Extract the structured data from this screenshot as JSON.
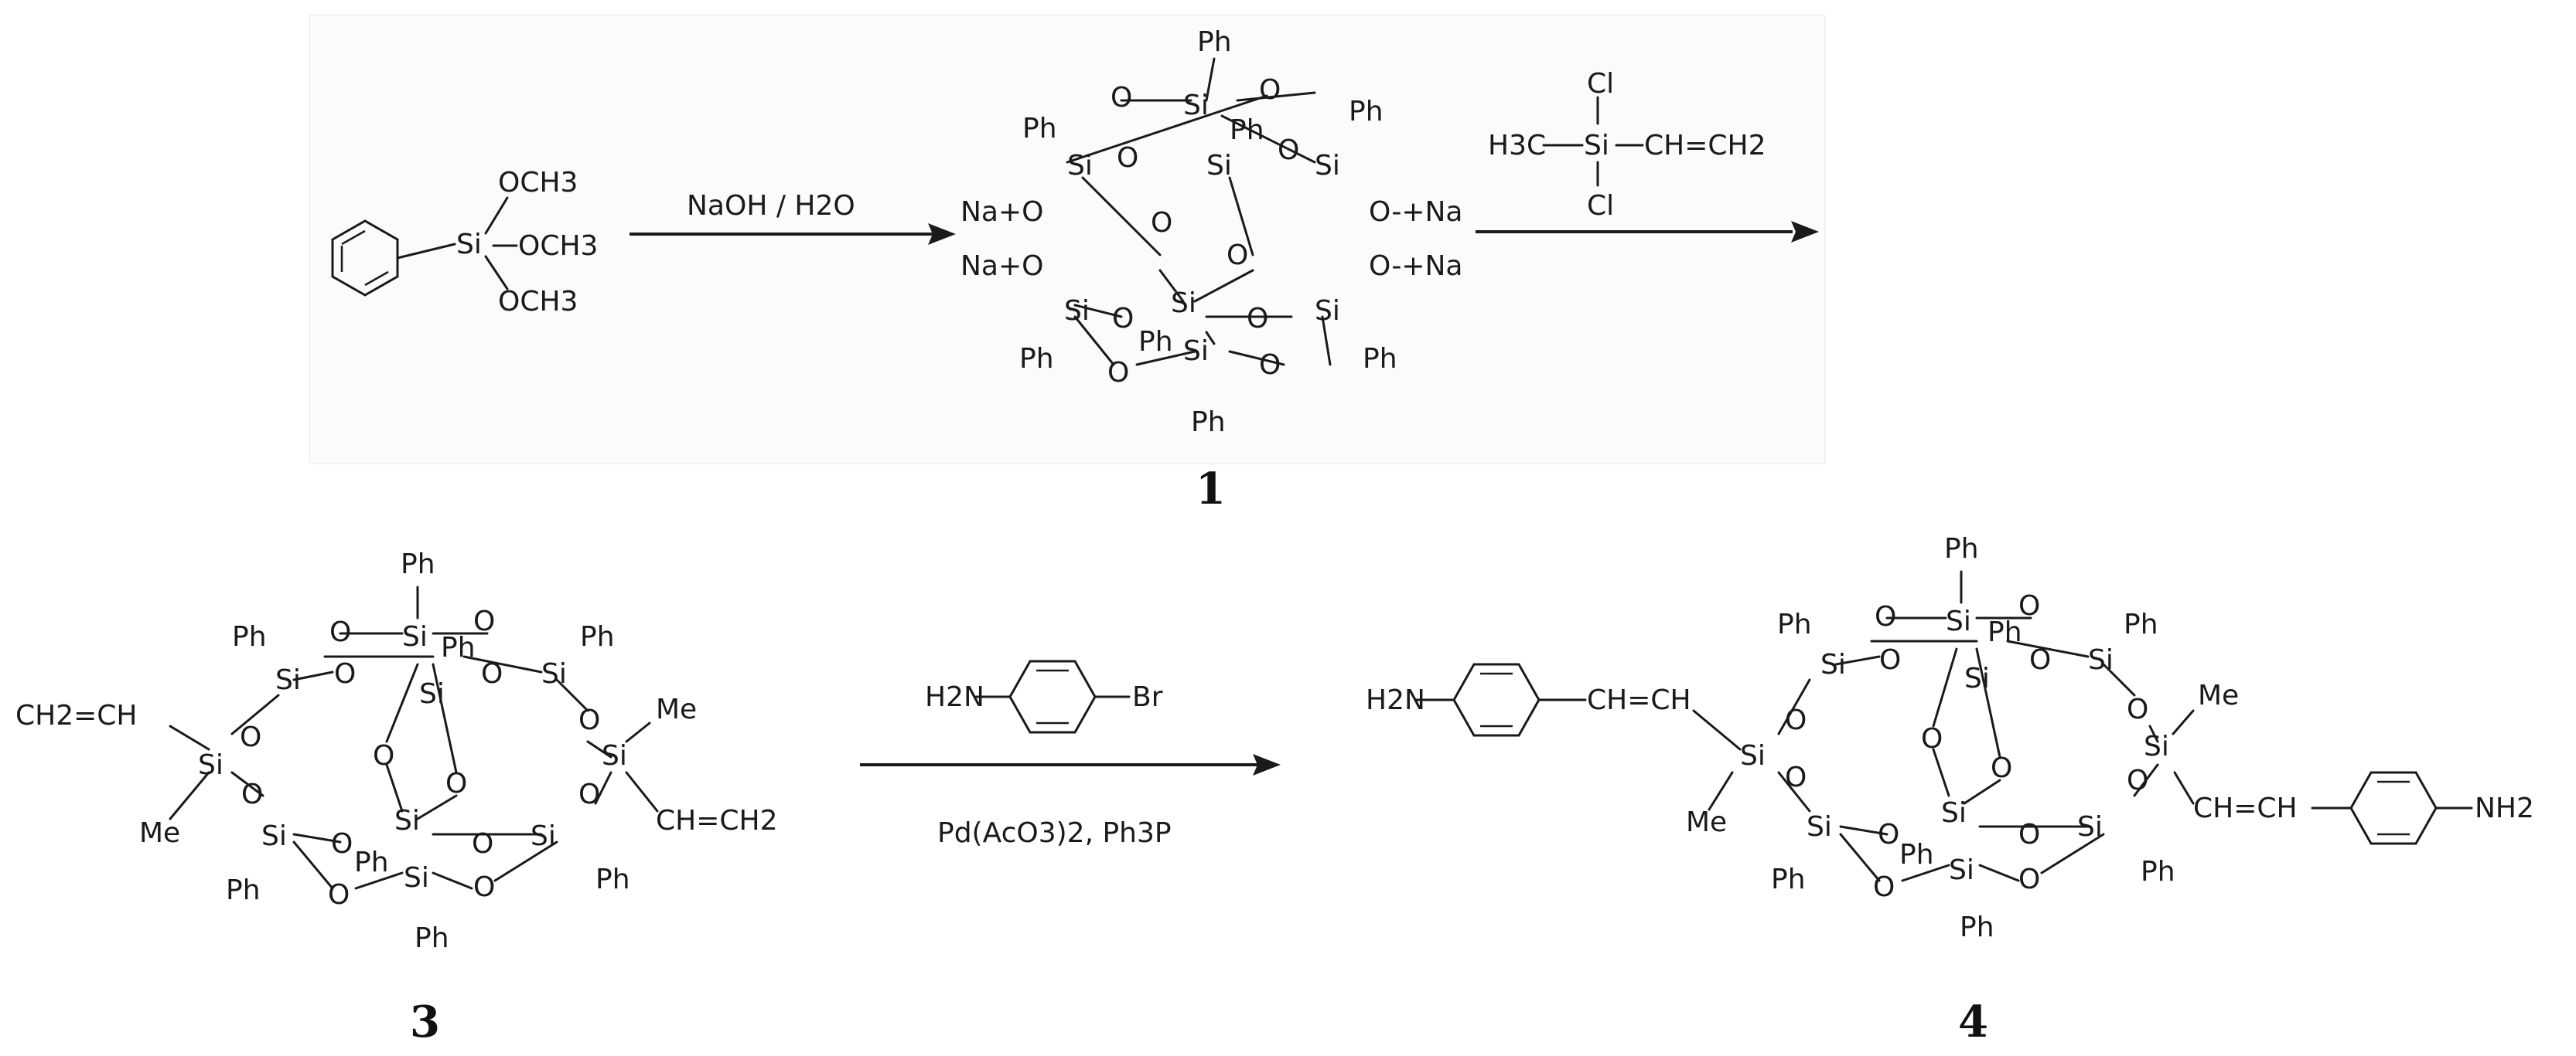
{
  "colors": {
    "ink": "#1a1a1a",
    "background": "#ffffff",
    "panel": "#fbfbfb"
  },
  "reagent_start": {
    "och3_1": "OCH3",
    "och3_2": "OCH3",
    "och3_3": "OCH3",
    "si": "Si"
  },
  "arrow1": {
    "reagent": "NaOH / H2O"
  },
  "arrow2": {
    "reagent_h3c": "H3C",
    "reagent_si": "Si",
    "reagent_cl_top": "Cl",
    "reagent_cl_bottom": "Cl",
    "reagent_vinyl": "CH=CH2"
  },
  "arrow3": {
    "reagent_amine": "H2N",
    "reagent_br": "Br",
    "conditions": "Pd(AcO3)2, Ph3P"
  },
  "compound1": {
    "label": "1",
    "si": "Si",
    "o": "O",
    "ph": "Ph",
    "na_left_top": "Na+O",
    "na_left_bottom": "Na+O",
    "na_right_top": "O-+Na",
    "na_right_bottom": "O-+Na"
  },
  "compound3": {
    "label": "3",
    "vinyl_left": "CH2=CH",
    "vinyl_right": "CH=CH2",
    "me_left": "Me",
    "me_right": "Me"
  },
  "compound4": {
    "label": "4",
    "amine_left": "H2N",
    "amine_right": "NH2",
    "vinyl_left": "CH=CH",
    "vinyl_right": "CH=CH",
    "me_left": "Me",
    "me_right": "Me"
  }
}
